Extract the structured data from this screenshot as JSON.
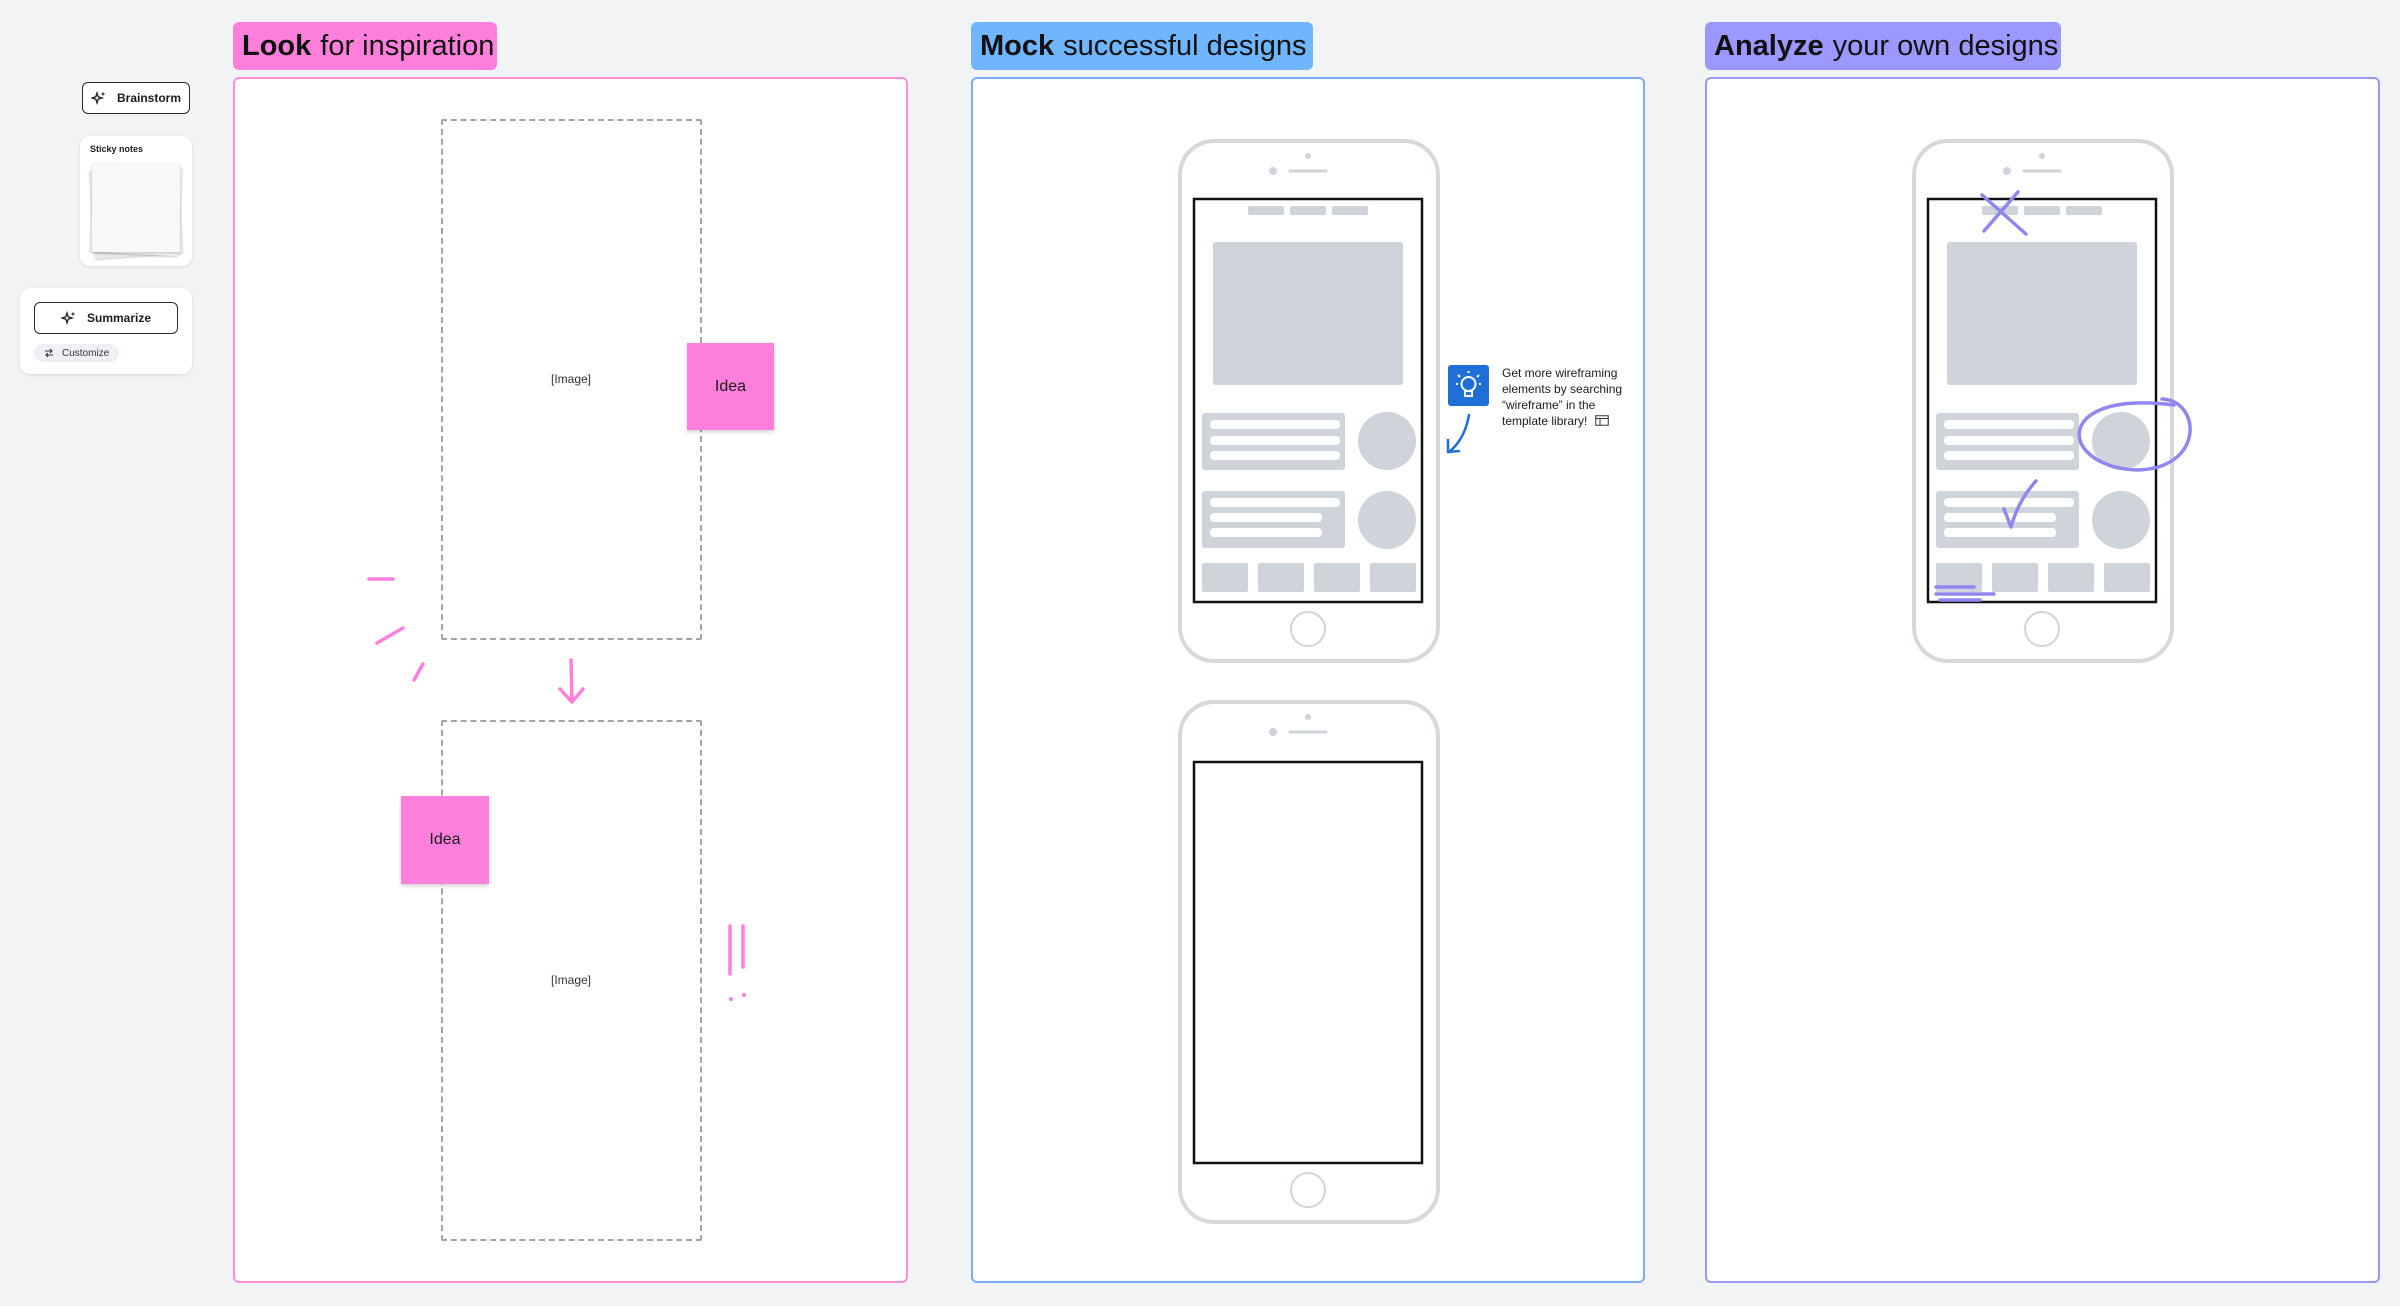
{
  "tools": {
    "brainstorm_label": "Brainstorm",
    "sticky_notes_label": "Sticky notes",
    "summarize_label": "Summarize",
    "customize_label": "Customize"
  },
  "sections": [
    {
      "bold": "Look",
      "rest": "for inspiration",
      "color": "#ff80dc",
      "border": "#ff8fdf"
    },
    {
      "bold": "Mock",
      "rest": "successful designs",
      "color": "#6fb6ff",
      "border": "#77adf5"
    },
    {
      "bold": "Analyze",
      "rest": "your own designs",
      "color": "#9b98ff",
      "border": "#9a97f5"
    }
  ],
  "inspiration": {
    "image_label_1": "[Image]",
    "image_label_2": "[Image]",
    "idea_1": "Idea",
    "idea_2": "Idea"
  },
  "tip": {
    "text": "Get more wireframing elements by searching “wireframe” in the template library!",
    "icon": "lightbulb-icon"
  },
  "colors": {
    "pink_accent": "#ff7fdc",
    "blue_accent": "#1f6fd8",
    "purple_accent": "#8d87ee",
    "wireframe_gray": "#cfd3da"
  }
}
